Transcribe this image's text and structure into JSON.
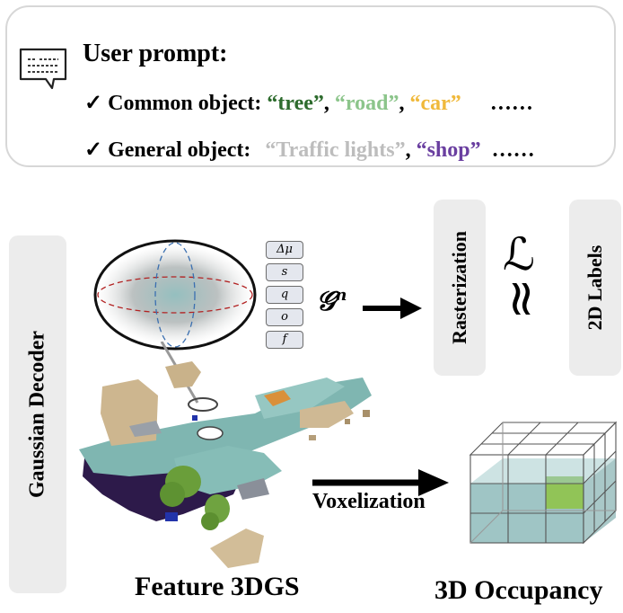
{
  "prompt": {
    "title": "User prompt:",
    "common_label": "✓ Common object: ",
    "common_items": [
      "“tree”",
      "“road”",
      "“car”"
    ],
    "general_label": "✓ General object: ",
    "general_items": [
      "“Traffic lights”",
      "“shop”"
    ],
    "sep": ", ",
    "ellipsis": "……"
  },
  "decoder": {
    "label": "Gaussian Decoder"
  },
  "params": [
    "Δμ",
    "s",
    "q",
    "o",
    "f"
  ],
  "gaussian_symbol": "𝒢",
  "gaussian_superscript": "n",
  "rasterization": {
    "label": "Rasterization"
  },
  "loss_symbol": "ℒ",
  "approx_symbol": "≈",
  "labels_2d": {
    "label": "2D Labels"
  },
  "voxelization": {
    "label": "Voxelization"
  },
  "feature_3dgs": {
    "label": "Feature 3DGS"
  },
  "occupancy": {
    "label": "3D Occupancy"
  },
  "colors": {
    "tree": "#2d6b2d",
    "road": "#8cc58b",
    "car": "#f0b93b",
    "traffic_lights": "#bdbdbd",
    "shop": "#6a3fa0",
    "panel_gray": "#ececec",
    "voxel_teal": "#7fb2b2",
    "voxel_green": "#8fc34a"
  }
}
